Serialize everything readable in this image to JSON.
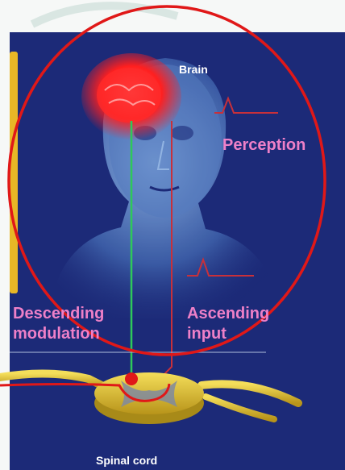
{
  "labels": {
    "brain": "Brain",
    "perception": "Perception",
    "descending_line1": "Descending",
    "descending_line2": "modulation",
    "ascending_line1": "Ascending",
    "ascending_line2": "input",
    "spinal_cord": "Spinal cord"
  },
  "colors": {
    "panel_background": "#1c2a78",
    "page_background": "#f6f8f7",
    "left_bar": "#e8b726",
    "circle_outline": "#e01818",
    "brain_glow": "#ff2a2a",
    "descending_pathway": "#2ec85a",
    "ascending_pathway": "#c8303a",
    "label_text": "#ee80c8",
    "spinal_cord": "#d8b82a"
  }
}
